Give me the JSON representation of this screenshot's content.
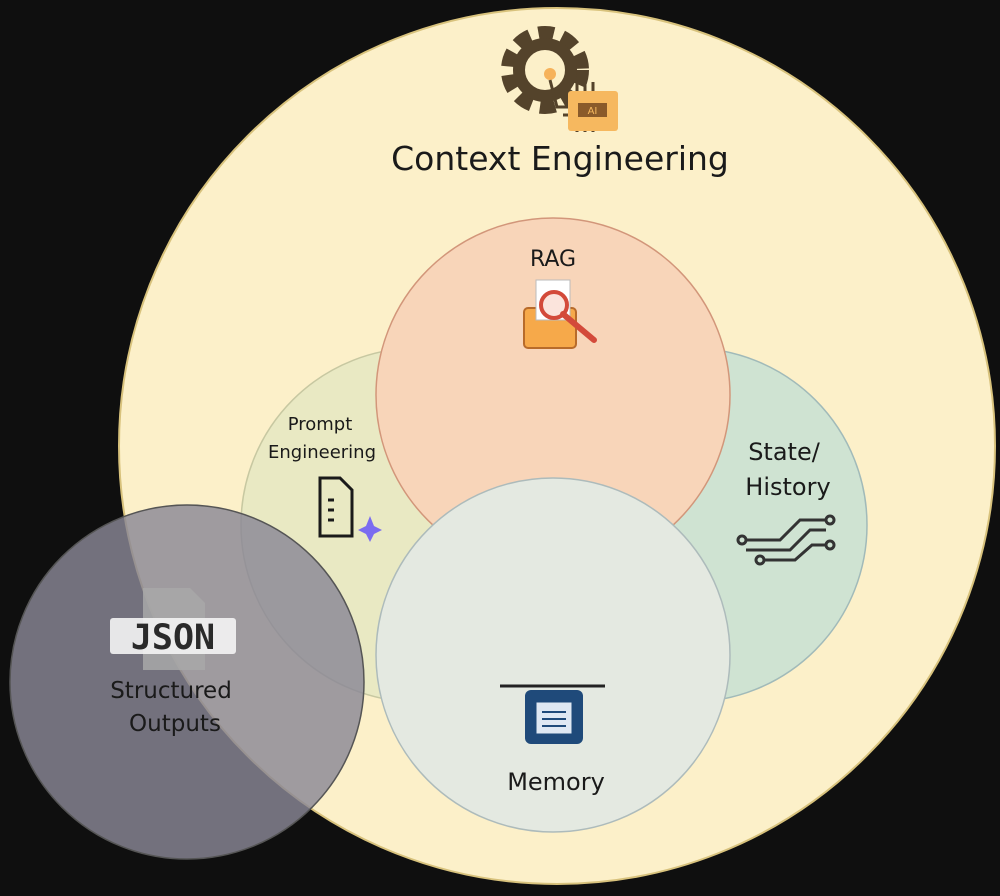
{
  "title": "Context Engineering",
  "chip_label": "AI",
  "circles": {
    "rag": {
      "label": "RAG"
    },
    "prompt": {
      "line1": "Prompt",
      "line2": "Engineering"
    },
    "state": {
      "line1": "State/",
      "line2": "History"
    },
    "memory": {
      "label": "Memory"
    },
    "structured": {
      "line1": "Structured",
      "line2": "Outputs",
      "badge": "JSON"
    }
  },
  "colors": {
    "background": "#0f0f0f",
    "outer": "#fcf0c9",
    "rag": "#f6c9b4",
    "prompt": "#dfe5c0",
    "state": "#bfe0dc",
    "memory": "#d6e6f0",
    "structured": "#7d7a8a"
  }
}
